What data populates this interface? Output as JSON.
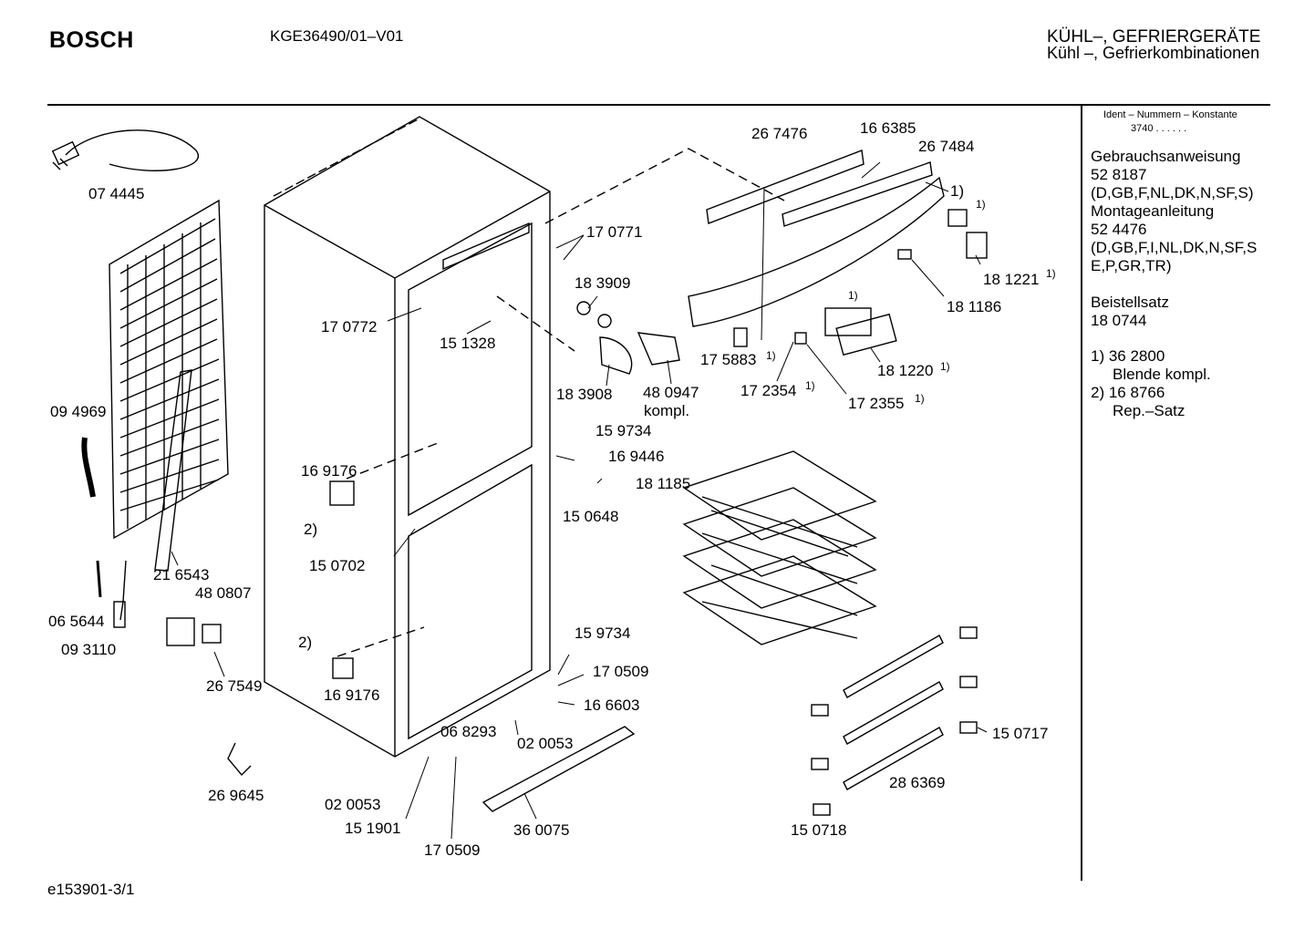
{
  "header": {
    "brand": "BOSCH",
    "model": "KGE36490/01–V01",
    "title_line1": "KÜHL–, GEFRIERGERÄTE",
    "title_line2": "Kühl –, Gefrierkombinationen"
  },
  "sidebar": {
    "ident_label": "Ident – Nummern – Konstante",
    "ident_value": "3740 . . . . . .",
    "manual_label": "Gebrauchsanweisung",
    "manual_number": "52 8187",
    "manual_langs": "(D,GB,F,NL,DK,N,SF,S)",
    "mounting_label": "Montageanleitung",
    "mounting_number": "52 4476",
    "mounting_langs_1": "(D,GB,F,I,NL,DK,N,SF,S",
    "mounting_langs_2": "E,P,GR,TR)",
    "kit_label": "Beistellsatz",
    "kit_number": "18 0744",
    "note1_ref": "1) 36 2800",
    "note1_text": "Blende kompl.",
    "note2_ref": "2)  16 8766",
    "note2_text": "Rep.–Satz"
  },
  "footer": {
    "drawing_id": "e153901-3/1"
  },
  "parts": {
    "p074445": "07 4445",
    "p267476": "26 7476",
    "p166385": "16 6385",
    "p267484": "26 7484",
    "p170771": "17 0771",
    "p183909": "18 3909",
    "p181221": "18 1221",
    "p181186": "18 1186",
    "p170772": "17 0772",
    "p151328": "15 1328",
    "p175883": "17 5883",
    "p181220": "18 1220",
    "p183908": "18 3908",
    "p480947": "48 0947",
    "kompl": "kompl.",
    "p172354": "17 2354",
    "p172355": "17 2355",
    "p094969": "09 4969",
    "p159734a": "15 9734",
    "p169446": "16 9446",
    "p169176a": "16 9176",
    "p181185": "18 1185",
    "p150648": "15 0648",
    "p150702": "15 0702",
    "p216543": "21 6543",
    "p480807": "48 0807",
    "p065644": "06 5644",
    "p093110": "09 3110",
    "p159734b": "15 9734",
    "p170509a": "17 0509",
    "p267549": "26 7549",
    "p169176b": "16 9176",
    "p166603": "16 6603",
    "p150717": "15 0717",
    "p068293": "06 8293",
    "p020053a": "02 0053",
    "p286369": "28 6369",
    "p269645": "26 9645",
    "p020053b": "02 0053",
    "p151901": "15 1901",
    "p360075": "36 0075",
    "p150718": "15 0718",
    "p170509b": "17 0509",
    "fn1": "1)",
    "fn2": "2)"
  }
}
